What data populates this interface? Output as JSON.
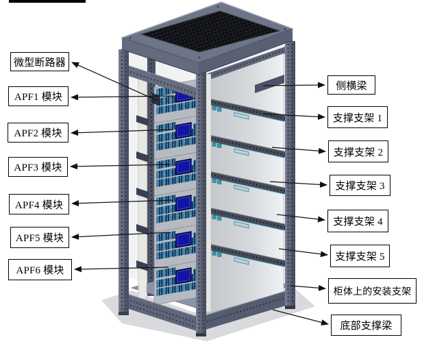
{
  "diagram": {
    "kind": "labeled CAD rack diagram",
    "labels": {
      "left": [
        {
          "text": "微型断路器"
        },
        {
          "text": "APF1 模块"
        },
        {
          "text": "APF2 模块"
        },
        {
          "text": "APF3 模块"
        },
        {
          "text": "APF4 模块"
        },
        {
          "text": "APF5 模块"
        },
        {
          "text": "APF6 模块"
        }
      ],
      "right": [
        {
          "text": "侧横梁"
        },
        {
          "text": "支撑支架 1"
        },
        {
          "text": "支撑支架 2"
        },
        {
          "text": "支撑支架 3"
        },
        {
          "text": "支撑支架 4"
        },
        {
          "text": "支撑支架 5"
        },
        {
          "text": "柜体上的安装支架"
        },
        {
          "text": "底部支撑梁"
        }
      ]
    },
    "colors": {
      "frame": "#6e7589",
      "frame_dark": "#3a3f4d",
      "vent_mesh": "#0d0e11",
      "side_panel": "#c6c9cc",
      "display_screen": "#1214a6",
      "fin_dark": "#171b53",
      "fin_teal": "#2e93ae",
      "accent_teal": "#56c3d6",
      "floor": "#8d92a8",
      "shadow": "#d8dade",
      "leader_line": "#141414"
    }
  }
}
